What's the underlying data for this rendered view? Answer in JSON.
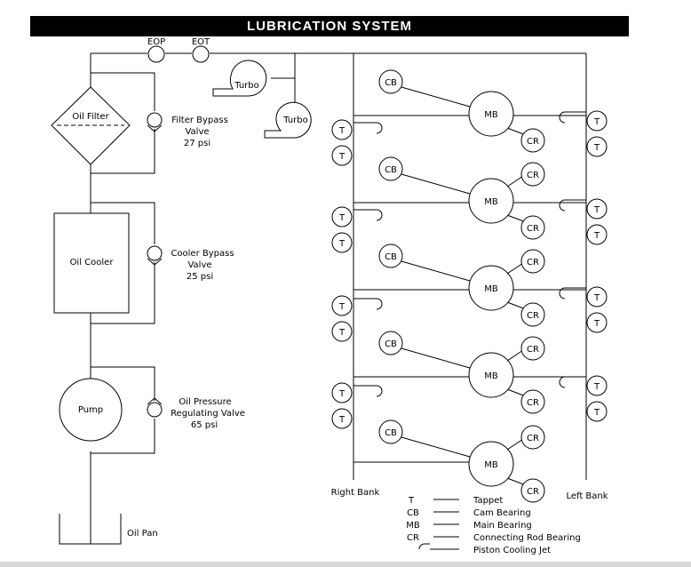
{
  "title": "LUBRICATION SYSTEM",
  "sensors": {
    "eop": "EOP",
    "eot": "EOT"
  },
  "components": {
    "oil_filter": "Oil Filter",
    "filter_bypass": [
      "Filter Bypass",
      "Valve",
      "27 psi"
    ],
    "oil_cooler": "Oil Cooler",
    "cooler_bypass": [
      "Cooler Bypass",
      "Valve",
      "25 psi"
    ],
    "pump": "Pump",
    "pressure_valve": [
      "Oil Pressure",
      "Regulating Valve",
      "65 psi"
    ],
    "oil_pan": "Oil Pan",
    "turbo_1": "Turbo",
    "turbo_2": "Turbo"
  },
  "bearings": {
    "cb": "CB",
    "mb": "MB",
    "cr": "CR",
    "t": "T"
  },
  "banks": {
    "right": "Right Bank",
    "left": "Left Bank"
  },
  "legend": [
    {
      "abbr": "T",
      "label": "Tappet"
    },
    {
      "abbr": "CB",
      "label": "Cam Bearing"
    },
    {
      "abbr": "MB",
      "label": "Main Bearing"
    },
    {
      "abbr": "CR",
      "label": "Connecting Rod Bearing"
    },
    {
      "abbr": "",
      "label": "Piston Cooling Jet"
    }
  ]
}
